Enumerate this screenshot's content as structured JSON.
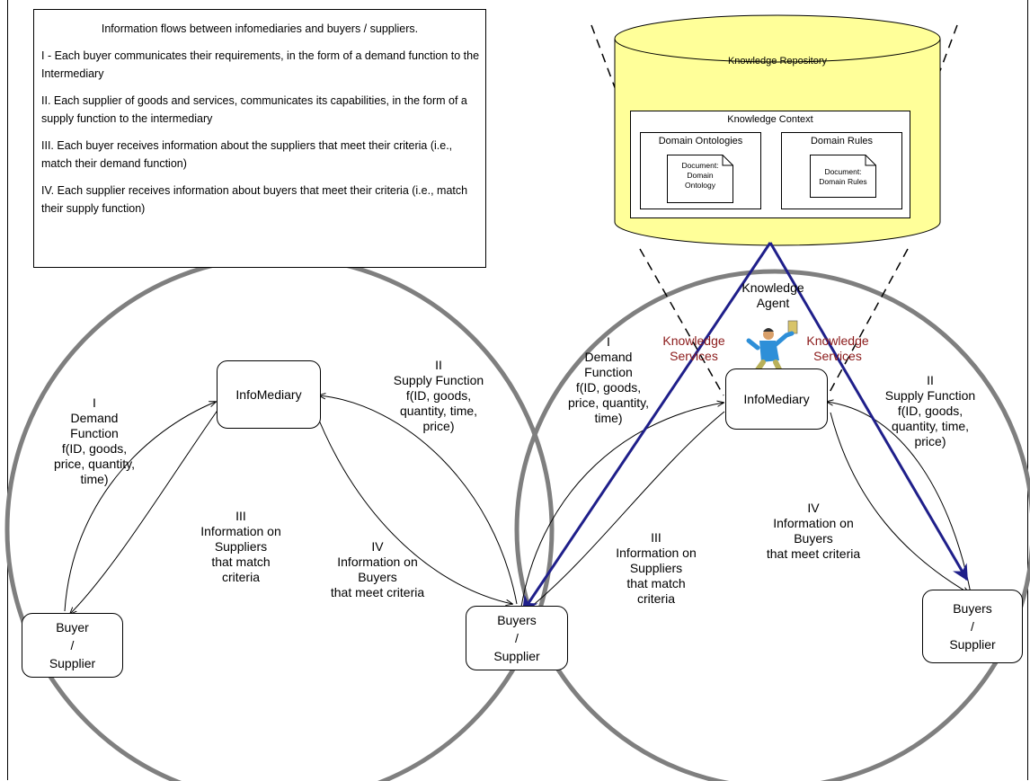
{
  "legend": {
    "title": "Information flows between infomediaries and buyers / suppliers.",
    "items": [
      "I - Each buyer communicates their requirements, in the form of a demand function to the Intermediary",
      "II. Each supplier of goods and services, communicates its capabilities, in the form of a supply function to the intermediary",
      "III. Each buyer receives information about the suppliers that meet their criteria (i.e., match their demand function)",
      "IV. Each supplier receives information about buyers that meet their criteria (i.e., match their supply function)"
    ]
  },
  "repository": {
    "title": "Knowledge Repository",
    "context_title": "Knowledge Context",
    "ontologies_title": "Domain Ontologies",
    "ontology_doc": "Document:\nDomain\nOntology",
    "rules_title": "Domain Rules",
    "rules_doc": "Document:\nDomain Rules"
  },
  "left": {
    "infomediary": "InfoMediary",
    "buyer_supplier": "Buyer\n/\nSupplier",
    "buyers_supplier": "Buyers\n/\nSupplier",
    "label_I": "I\nDemand\nFunction\nf(ID, goods,\nprice, quantity,\ntime)",
    "label_II": "II\nSupply Function\nf(ID, goods,\nquantity, time,\nprice)",
    "label_III": "III\nInformation on\nSuppliers\nthat match\ncriteria",
    "label_IV": "IV\nInformation on\nBuyers\nthat meet criteria"
  },
  "right": {
    "infomediary": "InfoMediary",
    "buyers_supplier": "Buyers\n/\nSupplier",
    "label_I": "I\nDemand\nFunction\nf(ID, goods,\nprice, quantity,\ntime)",
    "label_II": "II\nSupply Function\nf(ID, goods,\nquantity, time,\nprice)",
    "label_III": "III\nInformation on\nSuppliers\nthat match\ncriteria",
    "label_IV": "IV\nInformation on\nBuyers\nthat meet criteria",
    "knowledge_agent": "Knowledge\nAgent",
    "services_left": "Knowledge\nServices",
    "services_right": "Knowledge\nServices"
  },
  "colors": {
    "navy": "#1f1f8a",
    "repository_fill": "#ffff99",
    "services_text": "#8b1a1a",
    "circle_stroke": "#7f7f7f"
  },
  "icons": [
    "knowledge-agent-figure-icon"
  ]
}
